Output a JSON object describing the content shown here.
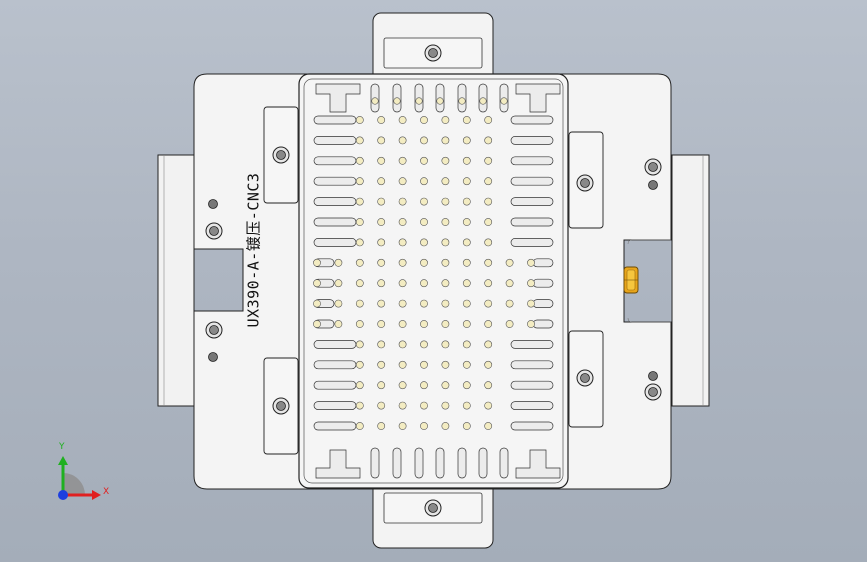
{
  "viewport": {
    "background_top": "#b9c1cc",
    "background_bottom": "#a4adb9"
  },
  "part": {
    "engraved_label": "UX390-A-镀压-CNC3",
    "pin_color": "#f3ecc2",
    "plate_color": "#f4f4f4",
    "slot_color": "#ececec",
    "pin_layout": {
      "rows": 16,
      "cols": 11
    }
  },
  "triad": {
    "x_label": "X",
    "y_label": "Y",
    "x_color": "#e02020",
    "y_color": "#1fb01f",
    "z_color": "#1d3fe0"
  }
}
